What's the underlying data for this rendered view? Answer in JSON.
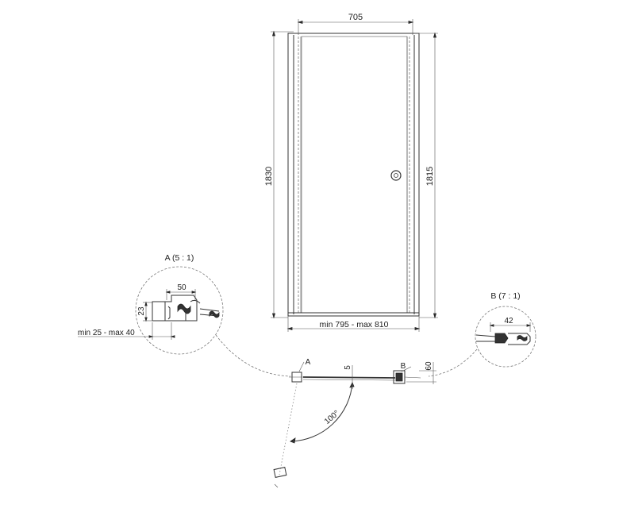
{
  "door_elevation": {
    "width_top": "705",
    "height_left": "1830",
    "height_right": "1815",
    "width_bottom": "min 795 - max 810"
  },
  "detail_a": {
    "title": "A (5 : 1)",
    "dim_width": "50",
    "dim_height": "23",
    "dim_range": "min 25 - max 40"
  },
  "detail_b": {
    "title": "B (7 : 1)",
    "dim_width": "42"
  },
  "plan_view": {
    "marker_a": "A",
    "marker_b": "B",
    "dim_gap": "5",
    "dim_depth": "60",
    "opening_angle": "100°"
  }
}
